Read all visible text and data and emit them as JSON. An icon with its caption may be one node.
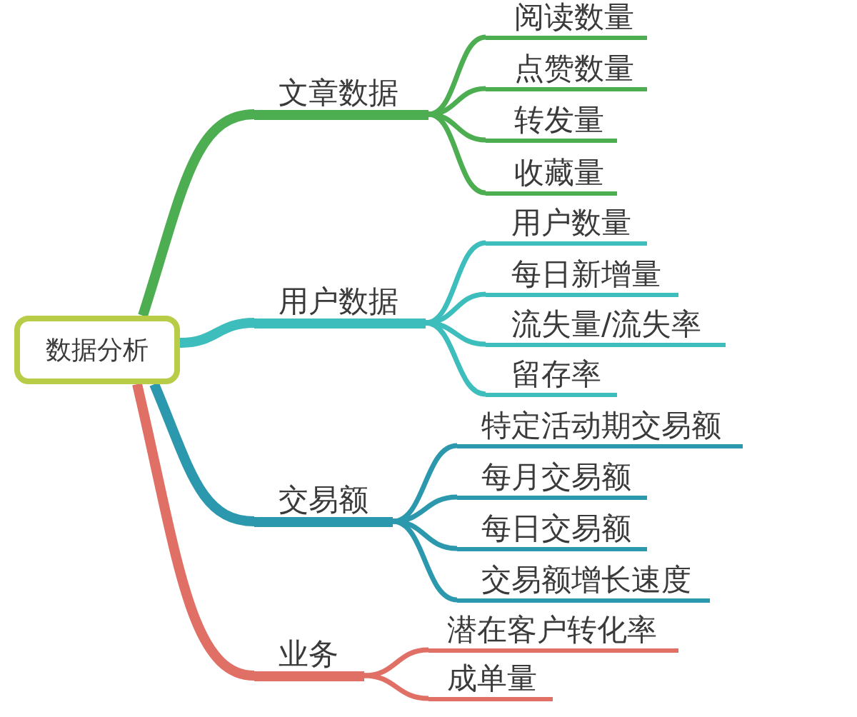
{
  "diagram": {
    "nodes": [
      {
        "text": [
          "数据分析"
        ]
      },
      {
        "text": [
          "文章数据"
        ]
      },
      {
        "text": [
          "阅读数量"
        ]
      },
      {
        "text": [
          "点赞数量"
        ]
      },
      {
        "text": [
          "转发量"
        ]
      },
      {
        "text": [
          "收藏量"
        ]
      },
      {
        "text": [
          "用户数据"
        ]
      },
      {
        "text": [
          "用户数量"
        ]
      },
      {
        "text": [
          "每日新增量"
        ]
      },
      {
        "text": [
          "流失量/流失率"
        ]
      },
      {
        "text": [
          "留存率"
        ]
      },
      {
        "text": [
          "交易额"
        ]
      },
      {
        "text": [
          "特定活动期交易额"
        ]
      },
      {
        "text": [
          "每月交易额"
        ]
      },
      {
        "text": [
          "每日交易额"
        ]
      },
      {
        "text": [
          "交易额增长速度"
        ]
      },
      {
        "text": [
          "业务"
        ]
      },
      {
        "text": [
          "潜在客户转化率"
        ]
      },
      {
        "text": [
          "成单量"
        ]
      }
    ],
    "edges": [
      {
        "from": 0,
        "to": 1,
        "arrow": "none",
        "style": "thick",
        "color": "#4cae50"
      },
      {
        "from": 1,
        "to": 2,
        "arrow": "none",
        "color": "#4cae50"
      },
      {
        "from": 1,
        "to": 3,
        "arrow": "none",
        "color": "#4cae50"
      },
      {
        "from": 1,
        "to": 4,
        "arrow": "none",
        "color": "#4cae50"
      },
      {
        "from": 1,
        "to": 5,
        "arrow": "none",
        "color": "#4cae50"
      },
      {
        "from": 0,
        "to": 6,
        "arrow": "none",
        "style": "thick",
        "color": "#3dbdbb"
      },
      {
        "from": 6,
        "to": 7,
        "arrow": "none",
        "color": "#3dbdbb"
      },
      {
        "from": 6,
        "to": 8,
        "arrow": "none",
        "color": "#3dbdbb"
      },
      {
        "from": 6,
        "to": 9,
        "arrow": "none",
        "color": "#3dbdbb"
      },
      {
        "from": 6,
        "to": 10,
        "arrow": "none",
        "color": "#3dbdbb"
      },
      {
        "from": 0,
        "to": 11,
        "arrow": "none",
        "style": "thick",
        "color": "#2b98ae"
      },
      {
        "from": 11,
        "to": 12,
        "arrow": "none",
        "color": "#2b98ae"
      },
      {
        "from": 11,
        "to": 13,
        "arrow": "none",
        "color": "#2b98ae"
      },
      {
        "from": 11,
        "to": 14,
        "arrow": "none",
        "color": "#2b98ae"
      },
      {
        "from": 11,
        "to": 15,
        "arrow": "none",
        "color": "#2b98ae"
      },
      {
        "from": 0,
        "to": 16,
        "arrow": "none",
        "style": "thick",
        "color": "#e06f66"
      },
      {
        "from": 16,
        "to": 17,
        "arrow": "none",
        "color": "#e06f66"
      },
      {
        "from": 16,
        "to": 18,
        "arrow": "none",
        "color": "#e06f66"
      }
    ]
  }
}
